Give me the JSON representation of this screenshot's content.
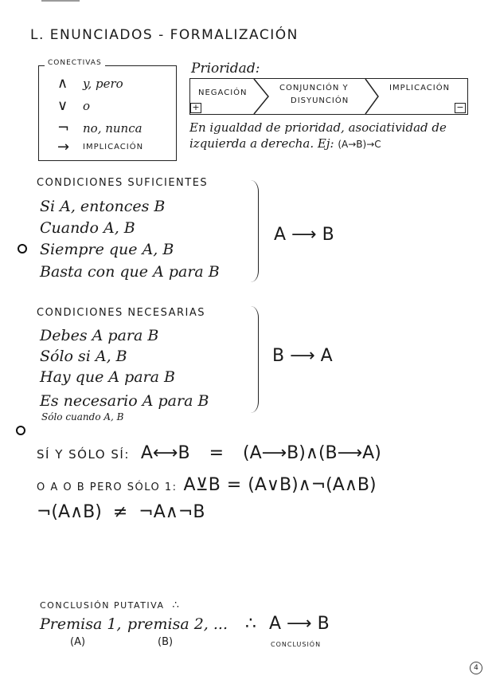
{
  "page": {
    "title": "L. ENUNCIADOS - FORMALIZACIÓN",
    "page_number": "4"
  },
  "connectives": {
    "label": "CONECTIVAS",
    "items": [
      {
        "symbol": "∧",
        "meaning": "y, pero",
        "icon": "and-icon"
      },
      {
        "symbol": "∨",
        "meaning": "o",
        "icon": "or-icon"
      },
      {
        "symbol": "¬",
        "meaning": "no, nunca",
        "icon": "not-icon"
      },
      {
        "symbol": "→",
        "meaning": "IMPLICACIÓN",
        "icon": "implies-icon"
      }
    ]
  },
  "priority": {
    "title": "Prioridad:",
    "levels": [
      "NEGACIÓN",
      "CONJUNCIÓN Y DISYUNCIÓN",
      "IMPLICACIÓN"
    ],
    "levels_line1": [
      "NEGACIÓN",
      "CONJUNCIÓN Y",
      "IMPLICACIÓN"
    ],
    "conjunction_line2": "DISYUNCIÓN",
    "high_marker": "+",
    "low_marker": "−",
    "note_line1": "En igualdad de prioridad, asociatividad de",
    "note_line2": "izquierda a derecha.",
    "example_label": "Ej:",
    "example": "(A→B)→C"
  },
  "sufficient": {
    "heading": "CONDICIONES SUFICIENTES",
    "lines": [
      "Si A, entonces B",
      "Cuando A, B",
      "Siempre que A, B",
      "Basta con que A para B"
    ],
    "formula": "A ⟶ B"
  },
  "necessary": {
    "heading": "CONDICIONES NECESARIAS",
    "lines": [
      "Debes A para B",
      "Sólo si A, B",
      "Hay que A para B",
      "Es necesario A para B"
    ],
    "extra_line": "Sólo cuando A, B",
    "formula": "B ⟶ A"
  },
  "equivalences": [
    {
      "label": "SÍ Y SÓLO SÍ:",
      "lhs": "A⟷B",
      "eq": "=",
      "rhs": "(A⟶B)∧(B⟶A)"
    },
    {
      "label": "O A O B PERO SÓLO 1:",
      "lhs": "A⊻B",
      "eq": "=",
      "rhs": "(A∨B)∧¬(A∧B)"
    },
    {
      "label": "",
      "lhs": "¬(A∧B)",
      "eq": "≠",
      "rhs": "¬A∧¬B"
    }
  ],
  "conclusion": {
    "heading": "CONCLUSIÓN PUTATIVA",
    "therefore_symbol": "∴",
    "premise1": "Premisa 1,",
    "premise1_var": "(A)",
    "premise2": "premisa 2, ...",
    "premise2_var": "(B)",
    "result": "A ⟶ B",
    "result_label": "CONCLUSIÓN"
  }
}
